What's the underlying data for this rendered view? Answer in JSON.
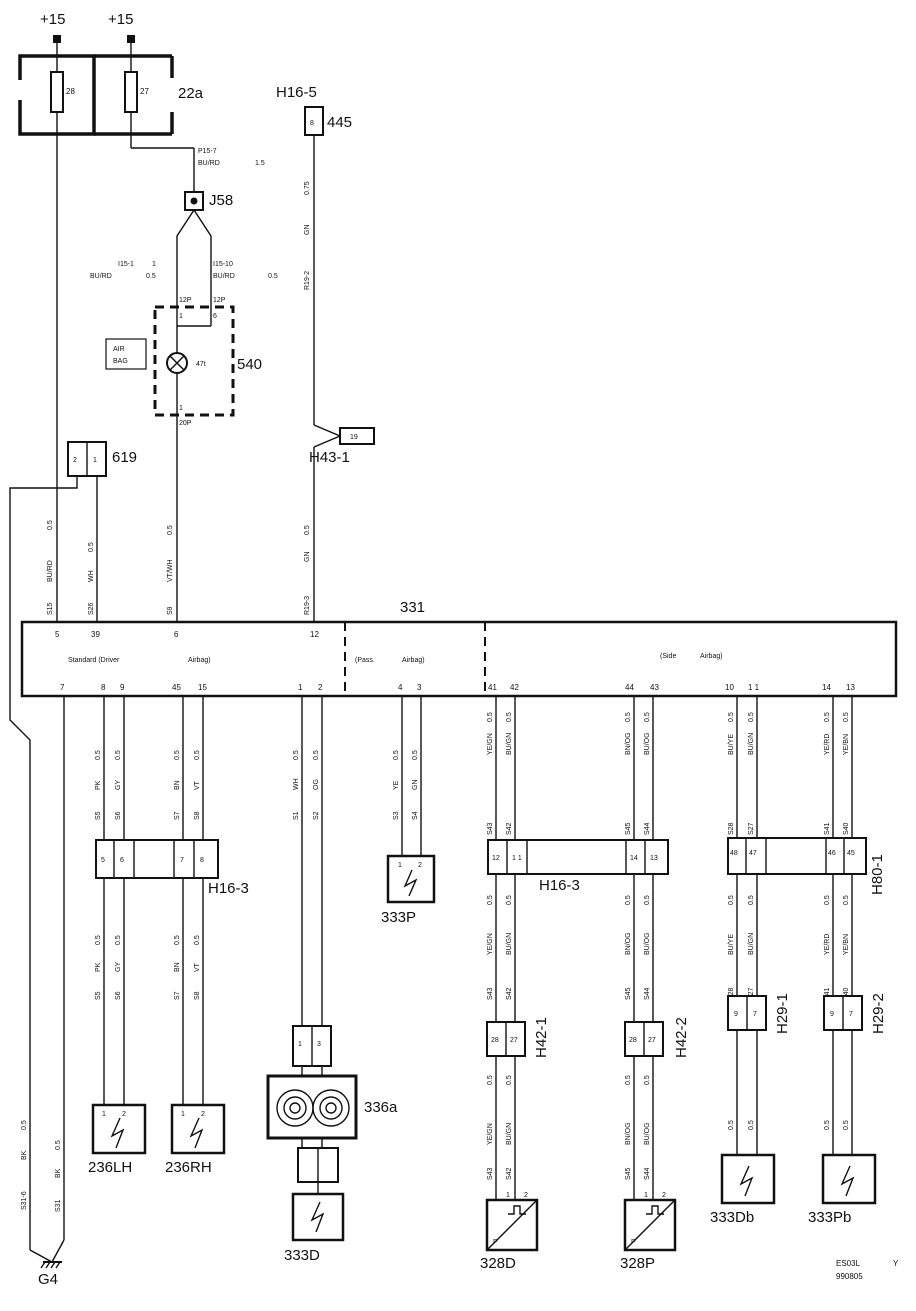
{
  "supply": {
    "left": "+15",
    "right": "+15"
  },
  "fuse_box": {
    "id": "22a",
    "fuse_left": "28",
    "fuse_right": "27"
  },
  "wires_top": {
    "p15_7": "P15-7",
    "bu_rd_1": "BU/RD",
    "size_15": "1.5",
    "i15_1": "I15-1",
    "one": "1",
    "bu_rd_2": "BU/RD",
    "size_05a": "0.5",
    "i15_10": "I15-10",
    "bu_rd_3": "BU/RD",
    "size_05b": "0.5",
    "p12_left": "12P",
    "p12_right": "12P",
    "pin1": "1",
    "pin6": "6",
    "pin1b": "1",
    "p20": "20P"
  },
  "splice_j58": "J58",
  "lamp_540": {
    "id": "540",
    "label_line1": "AIR",
    "label_line2": "BAG",
    "bulb": "47t"
  },
  "h16_5": {
    "id": "H16-5",
    "pin": "8",
    "code": "445",
    "gn": "GN",
    "size": "0.75",
    "r19_2": "R19-2"
  },
  "h43_1": {
    "id": "H43-1",
    "pin": "19"
  },
  "conn_619": {
    "id": "619",
    "pin_left": "2",
    "pin_right": "1"
  },
  "upper_wires": [
    {
      "size": "0.5",
      "color": "BU/RD",
      "code": "S15"
    },
    {
      "size": "0.5",
      "color": "WH",
      "code": "S26"
    },
    {
      "size": "0.5",
      "color": "VT/WH",
      "code": "S9"
    },
    {
      "size": "0.5",
      "color": "GN",
      "code": "R19-3"
    }
  ],
  "module_331": {
    "id": "331",
    "top_pins": [
      "5",
      "39",
      "6",
      "12"
    ],
    "section_driver_a": "Standard (Driver",
    "section_driver_b": "Airbag)",
    "section_pass_a": "(Pass.",
    "section_pass_b": "Airbag)",
    "section_side_a": "(Side",
    "section_side_b": "Airbag)",
    "bottom_pins": [
      "7",
      "8",
      "9",
      "45",
      "15",
      "1",
      "2",
      "4",
      "3",
      "41",
      "42",
      "44",
      "43",
      "10",
      "1 1",
      "14",
      "13"
    ]
  },
  "lower_wires_a": [
    {
      "size": "0.5",
      "color": "PK",
      "code": "S5"
    },
    {
      "size": "0.5",
      "color": "GY",
      "code": "S6"
    },
    {
      "size": "0.5",
      "color": "BN",
      "code": "S7"
    },
    {
      "size": "0.5",
      "color": "VT",
      "code": "S8"
    },
    {
      "size": "0.5",
      "color": "WH",
      "code": "S1"
    },
    {
      "size": "0.5",
      "color": "OG",
      "code": "S2"
    },
    {
      "size": "0.5",
      "color": "YE",
      "code": "S3"
    },
    {
      "size": "0.5",
      "color": "GN",
      "code": "S4"
    },
    {
      "size": "0.5",
      "color": "YE/GN",
      "code": "S43"
    },
    {
      "size": "0.5",
      "color": "BU/GN",
      "code": "S42"
    },
    {
      "size": "0.5",
      "color": "BN/OG",
      "code": "S45"
    },
    {
      "size": "0.5",
      "color": "BU/OG",
      "code": "S44"
    },
    {
      "size": "0.5",
      "color": "BU/YE",
      "code": "S28"
    },
    {
      "size": "0.5",
      "color": "BU/GN",
      "code": "S27"
    },
    {
      "size": "0.5",
      "color": "YE/RD",
      "code": "S41"
    },
    {
      "size": "0.5",
      "color": "YE/BN",
      "code": "S40"
    }
  ],
  "h16_3": {
    "id": "H16-3",
    "pins_a": [
      "5",
      "6",
      "7",
      "8"
    ],
    "pins_b": [
      "12",
      "1 1",
      "14",
      "13"
    ]
  },
  "h80_1": {
    "id": "H80-1",
    "pins": [
      "48",
      "47",
      "46",
      "45"
    ]
  },
  "sensor_333p": {
    "id": "333P",
    "pin1": "1",
    "pin2": "2"
  },
  "h42_1": {
    "id": "H42-1",
    "pins": [
      "28",
      "27"
    ]
  },
  "h42_2": {
    "id": "H42-2",
    "pins": [
      "28",
      "27"
    ]
  },
  "h29_1": {
    "id": "H29-1",
    "pins": [
      "9",
      "7"
    ]
  },
  "h29_2": {
    "id": "H29-2",
    "pins": [
      "9",
      "7"
    ]
  },
  "clock_336a": {
    "id": "336a",
    "pin1": "1",
    "pin3": "3"
  },
  "pretensioners": [
    {
      "id": "236LH",
      "pin1": "1",
      "pin2": "2"
    },
    {
      "id": "236RH",
      "pin1": "1",
      "pin2": "2"
    }
  ],
  "airbag_333d": {
    "id": "333D"
  },
  "side_sensors": [
    {
      "id": "328D",
      "p": "P",
      "pin1": "1",
      "pin2": "2"
    },
    {
      "id": "328P",
      "p": "P",
      "pin1": "1",
      "pin2": "2"
    }
  ],
  "side_airbags": [
    {
      "id": "333Db"
    },
    {
      "id": "333Pb"
    }
  ],
  "ground": {
    "id": "G4",
    "size": "0.5",
    "color_bk": "BK",
    "code_a": "S31-6",
    "code_b": "S31"
  },
  "doc": {
    "code": "ES03L",
    "rev": "Y",
    "date": "990805"
  }
}
